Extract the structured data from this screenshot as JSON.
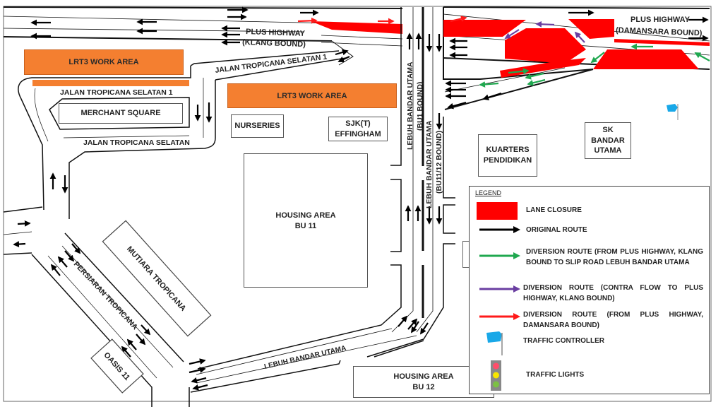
{
  "map": {
    "title": "Traffic diversion plan - PLUS Highway / Lebuh Bandar Utama",
    "roads": {
      "plus_klang": "PLUS HIGHWAY",
      "plus_klang_sub": "(KLANG BOUND)",
      "plus_damansara": "PLUS HIGHWAY",
      "plus_damansara_sub": "(DAMANSARA BOUND)",
      "jts1_top": "JALAN TROPICANA SELATAN 1",
      "jts1_left": "JALAN TROPICANA SELATAN 1",
      "jts": "JALAN TROPICANA SELATAN",
      "lbu_bu1": "LEBUH BANDAR UTAMA",
      "lbu_bu1_sub": "(BU1 BOUND)",
      "lbu_bu11": "LEBUH BANDAR UTAMA",
      "lbu_bu11_sub": "(BU11/12  BOUND)",
      "persiaran": "PERSIARAN TROPICANA",
      "lbu_bottom": "LEBUH BANDAR UTAMA"
    },
    "places": {
      "lrt3_left": "LRT3 WORK AREA",
      "lrt3_mid": "LRT3 WORK AREA",
      "merchant": "MERCHANT SQUARE",
      "nurseries": "NURSERIES",
      "sjk_1": "SJK(T)",
      "sjk_2": "EFFINGHAM",
      "housing11_1": "HOUSING AREA",
      "housing11_2": "BU 11",
      "housing12_1": "HOUSING AREA",
      "housing12_2": "BU 12",
      "kuarters_1": "KUARTERS",
      "kuarters_2": "PENDIDIKAN",
      "sk_1": "SK",
      "sk_2": "BANDAR",
      "sk_3": "UTAMA",
      "mutiara": "MUTIARA TROPICANA",
      "oasis": "OASIS 11"
    },
    "colors": {
      "lane_closure": "#ff0000",
      "work_area": "#f47f30",
      "original_route": "#000000",
      "diversion_green": "#1fa84f",
      "diversion_purple": "#6a3ea1",
      "diversion_red": "#ff1a1a",
      "traffic_controller": "#19a8e8"
    }
  },
  "legend": {
    "title": "LEGEND",
    "items": [
      {
        "symbol": "lane-closure",
        "label": "LANE CLOSURE"
      },
      {
        "symbol": "black-arrow",
        "label": "ORIGINAL ROUTE"
      },
      {
        "symbol": "green-arrow",
        "label": "DIVERSION ROUTE (FROM PLUS HIGHWAY, KLANG BOUND TO SLIP ROAD LEBUH BANDAR UTAMA"
      },
      {
        "symbol": "purple-arrow",
        "label": "DIVERSION ROUTE (CONTRA FLOW TO PLUS HIGHWAY, KLANG BOUND)"
      },
      {
        "symbol": "red-arrow",
        "label": "DIVERSION ROUTE (FROM PLUS HIGHWAY, DAMANSARA BOUND)"
      },
      {
        "symbol": "flag",
        "label": "TRAFFIC CONTROLLER"
      },
      {
        "symbol": "traffic-light",
        "label": "TRAFFIC LIGHTS"
      }
    ]
  }
}
